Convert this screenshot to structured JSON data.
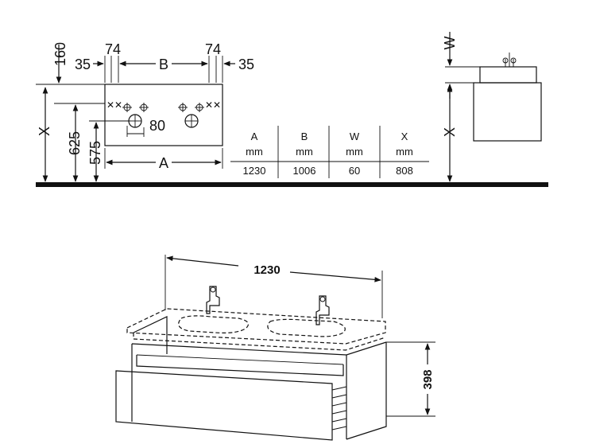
{
  "plan": {
    "dim_160": "160",
    "dim_35_left": "35",
    "dim_74_left": "74",
    "dim_B": "B",
    "dim_74_right": "74",
    "dim_35_right": "35",
    "dim_X": "X",
    "dim_625": "625",
    "dim_575": "575",
    "dim_80": "80",
    "dim_A": "A"
  },
  "side": {
    "dim_W": "W",
    "dim_X": "X"
  },
  "table": {
    "headers": [
      "A",
      "B",
      "W",
      "X"
    ],
    "units": [
      "mm",
      "mm",
      "mm",
      "mm"
    ],
    "values": [
      "1230",
      "1006",
      "60",
      "808"
    ]
  },
  "perspective": {
    "width_label": "1230",
    "height_label": "398"
  }
}
